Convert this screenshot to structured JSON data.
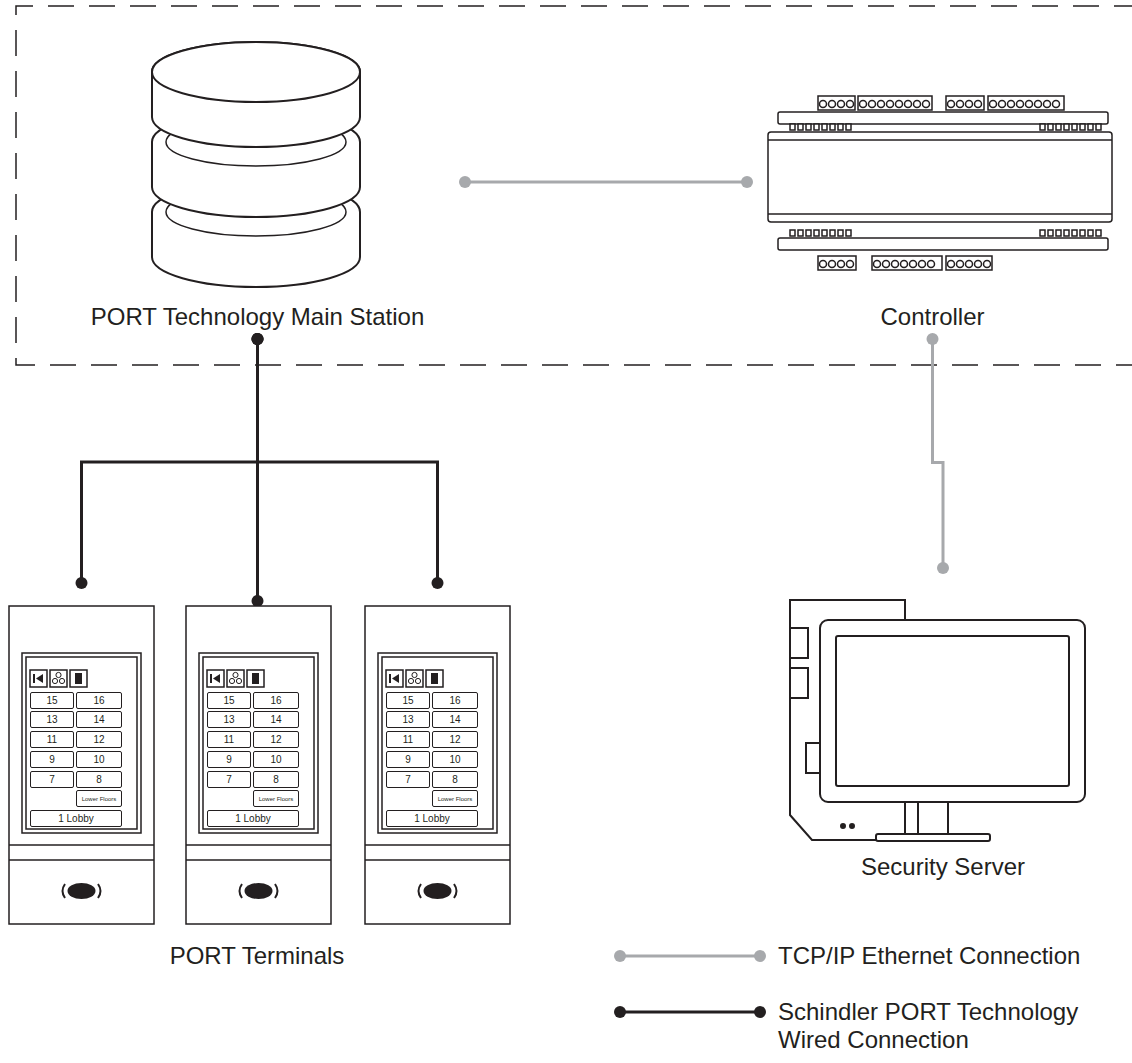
{
  "diagram": {
    "nodes": [
      {
        "text": [
          "PORT Technology Main Station"
        ]
      },
      {
        "text": [
          "Controller"
        ]
      },
      {
        "text": [
          "15",
          "16",
          "13",
          "14",
          "11",
          "12",
          "9",
          "10",
          "7",
          "8",
          "Lower Floors",
          "1 Lobby"
        ]
      },
      {
        "text": [
          "15",
          "16",
          "13",
          "14",
          "11",
          "12",
          "9",
          "10",
          "7",
          "8",
          "Lower Floors",
          "1 Lobby"
        ]
      },
      {
        "text": [
          "15",
          "16",
          "13",
          "14",
          "11",
          "12",
          "9",
          "10",
          "7",
          "8",
          "Lower Floors",
          "1 Lobby"
        ]
      },
      {
        "text": [
          "Security Server"
        ]
      }
    ],
    "edges": [
      {
        "from": 0,
        "to": 1,
        "arrow": "none"
      },
      {
        "from": 0,
        "to": 2,
        "arrow": "none"
      },
      {
        "from": 0,
        "to": 3,
        "arrow": "none"
      },
      {
        "from": 0,
        "to": 4,
        "arrow": "none"
      },
      {
        "from": 1,
        "to": 5,
        "arrow": "none"
      }
    ],
    "labels": [
      "PORT Terminals"
    ],
    "legend": [
      {
        "text": "TCP/IP Ethernet Connection"
      },
      {
        "text": "Schindler PORT Technology Wired Connection"
      }
    ]
  }
}
